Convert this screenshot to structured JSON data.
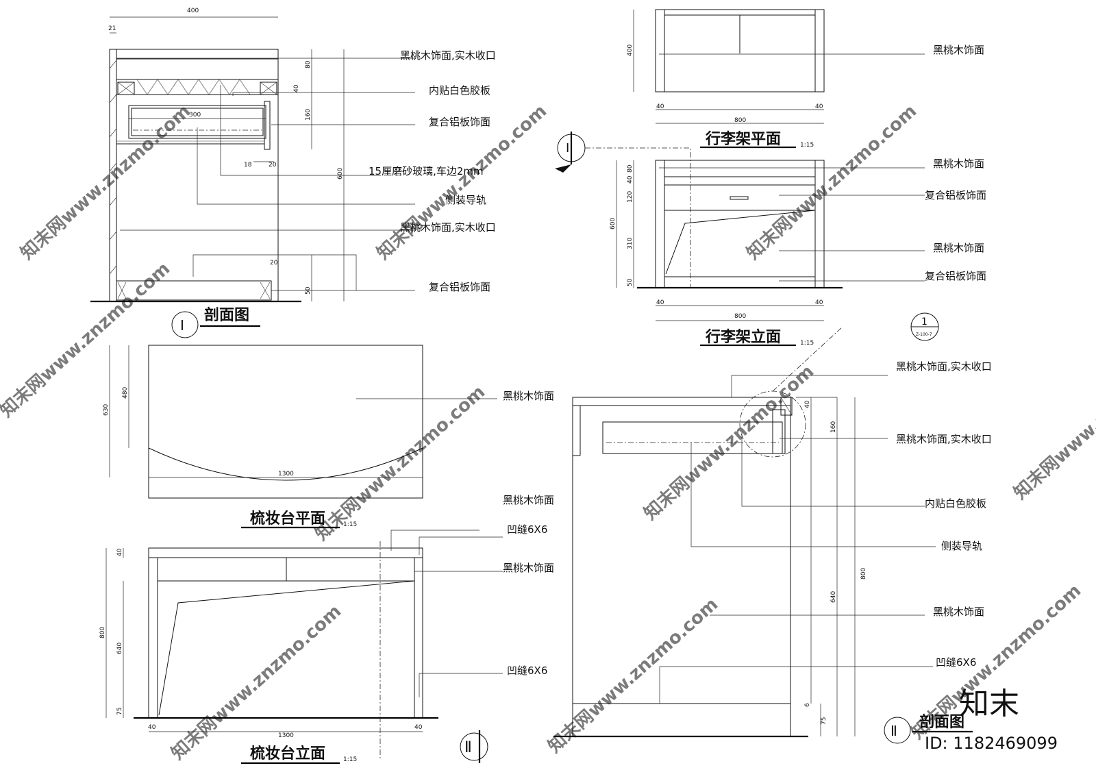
{
  "drawings": {
    "section_1": {
      "title": "剖面图",
      "marker": "Ⅰ",
      "callouts": [
        "黑桃木饰面,实木收口",
        "内贴白色胶板",
        "复合铝板饰面",
        "15厘磨砂玻璃,车边2mm",
        "侧装导轨",
        "黑桃木饰面,实木收口",
        "复合铝板饰面"
      ],
      "dims": {
        "top": "400",
        "left": "21",
        "d80": "80",
        "d40": "40",
        "d160": "160",
        "d300": "300",
        "d18": "18",
        "d20": "20",
        "d600": "600",
        "d20b": "20",
        "d50": "50"
      }
    },
    "luggage_plan": {
      "title": "行李架平面",
      "scale": "1:15",
      "callouts": [
        "黑桃木饰面"
      ],
      "dims": {
        "h": "400",
        "l40": "40",
        "w": "800",
        "r40": "40"
      }
    },
    "luggage_elev": {
      "title": "行李架立面",
      "scale": "1:15",
      "callouts": [
        "黑桃木饰面",
        "复合铝板饰面",
        "黑桃木饰面",
        "复合铝板饰面"
      ],
      "dims": {
        "d80": "80",
        "d40": "40",
        "d120": "120",
        "d600": "600",
        "d310": "310",
        "d50": "50",
        "l40": "40",
        "w": "800",
        "r40": "40"
      }
    },
    "dresser_plan": {
      "title": "梳妆台平面",
      "scale": "1:15",
      "callouts": [
        "黑桃木饰面"
      ],
      "dims": {
        "d630": "630",
        "d480": "480",
        "w": "1300"
      }
    },
    "dresser_elev": {
      "title": "梳妆台立面",
      "scale": "1:15",
      "callouts": [
        "黑桃木饰面",
        "凹缝6X6",
        "黑桃木饰面",
        "凹缝6X6"
      ],
      "dims": {
        "d40": "40",
        "d800": "800",
        "d640": "640",
        "d75": "75",
        "l40": "40",
        "w": "1300",
        "r40": "40"
      },
      "marker": "Ⅱ"
    },
    "section_2": {
      "title": "剖面图",
      "marker": "Ⅱ",
      "detail_ref_num": "1",
      "detail_ref_sheet": "Z-100-7",
      "callouts": [
        "黑桃木饰面,实木收口",
        "黑桃木饰面,实木收口",
        "内贴白色胶板",
        "侧装导轨",
        "黑桃木饰面",
        "凹缝6X6"
      ],
      "dims": {
        "d40": "40",
        "d160": "160",
        "d640": "640",
        "d800": "800",
        "d6": "6",
        "d75": "75"
      }
    }
  },
  "watermark": {
    "text": "知末网www.znzmo.com",
    "logo": "知末",
    "id": "ID: 1182469099"
  }
}
